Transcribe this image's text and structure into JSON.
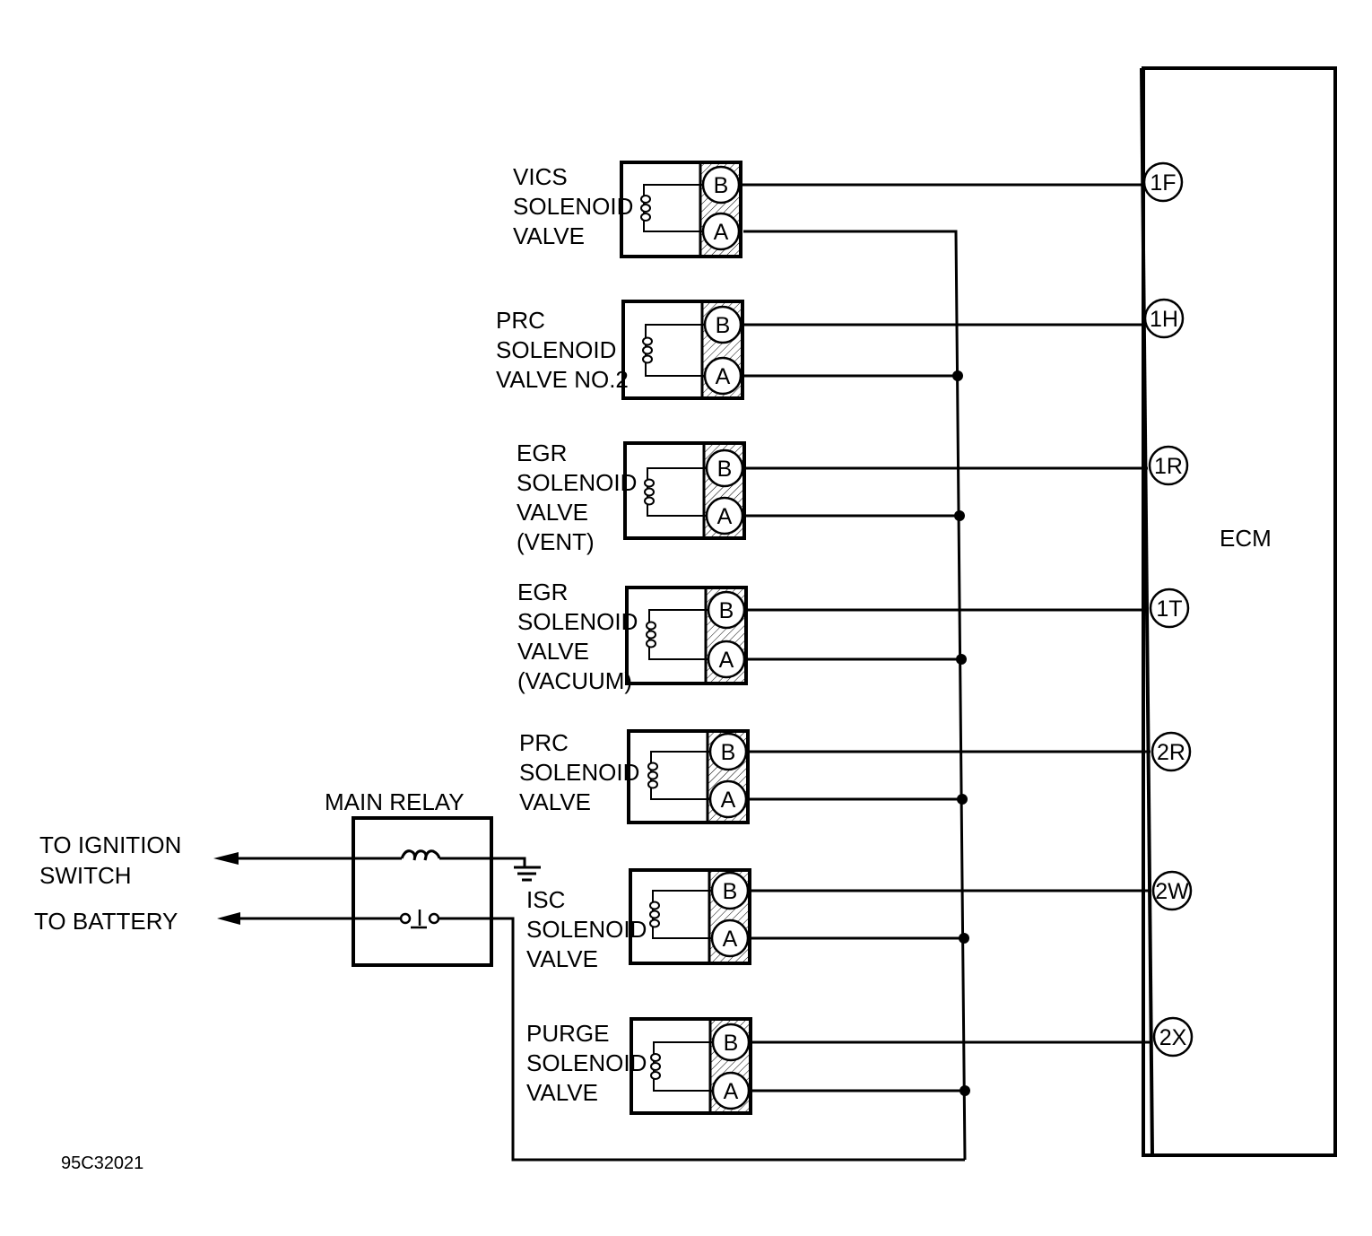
{
  "ecm": {
    "label": "ECM"
  },
  "figure_code": "95C32021",
  "main_relay": {
    "label": "MAIN RELAY"
  },
  "outputs": [
    {
      "label_lines": [
        "TO IGNITION",
        "SWITCH"
      ]
    },
    {
      "label_lines": [
        "TO BATTERY"
      ]
    }
  ],
  "valves": [
    {
      "label_lines": [
        "VICS",
        "SOLENOID",
        "VALVE"
      ],
      "pin_b": "B",
      "pin_a": "A",
      "ecm_terminal": "1F"
    },
    {
      "label_lines": [
        "PRC",
        "SOLENOID",
        "VALVE NO.2"
      ],
      "pin_b": "B",
      "pin_a": "A",
      "ecm_terminal": "1H"
    },
    {
      "label_lines": [
        "EGR",
        "SOLENOID",
        "VALVE",
        "(VENT)"
      ],
      "pin_b": "B",
      "pin_a": "A",
      "ecm_terminal": "1R"
    },
    {
      "label_lines": [
        "EGR",
        "SOLENOID",
        "VALVE",
        "(VACUUM)"
      ],
      "pin_b": "B",
      "pin_a": "A",
      "ecm_terminal": "1T"
    },
    {
      "label_lines": [
        "PRC",
        "SOLENOID",
        "VALVE"
      ],
      "pin_b": "B",
      "pin_a": "A",
      "ecm_terminal": "2R"
    },
    {
      "label_lines": [
        "ISC",
        "SOLENOID",
        "VALVE"
      ],
      "pin_b": "B",
      "pin_a": "A",
      "ecm_terminal": "2W"
    },
    {
      "label_lines": [
        "PURGE",
        "SOLENOID",
        "VALVE"
      ],
      "pin_b": "B",
      "pin_a": "A",
      "ecm_terminal": "2X"
    }
  ],
  "colors": {
    "line": "#000000",
    "background": "#ffffff"
  }
}
